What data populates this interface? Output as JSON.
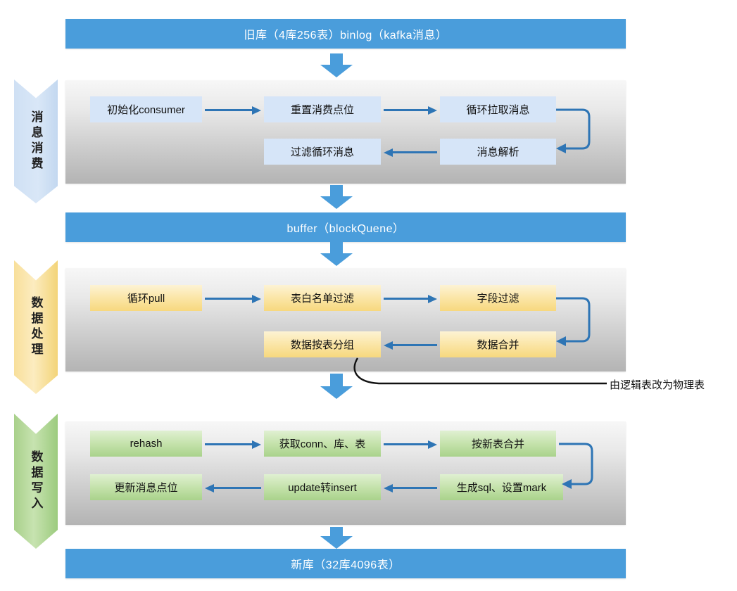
{
  "diagram": {
    "title_bars": {
      "source": "旧库（4库256表）binlog（kafka消息）",
      "buffer": "buffer（blockQuene）",
      "target": "新库（32库4096表）"
    },
    "stages": [
      {
        "key": "message-consume",
        "label": "消息消费",
        "color": "#d9e7f7",
        "nodes": [
          {
            "id": "init-consumer",
            "label": "初始化consumer"
          },
          {
            "id": "reset-offset",
            "label": "重置消费点位"
          },
          {
            "id": "loop-pull-msg",
            "label": "循环拉取消息"
          },
          {
            "id": "parse-msg",
            "label": "消息解析"
          },
          {
            "id": "filter-loop-msg",
            "label": "过滤循环消息"
          }
        ]
      },
      {
        "key": "data-process",
        "label": "数据处理",
        "color": "#f7d87e",
        "nodes": [
          {
            "id": "loop-pull",
            "label": "循环pull"
          },
          {
            "id": "table-whitelist",
            "label": "表白名单过滤"
          },
          {
            "id": "field-filter",
            "label": "字段过滤"
          },
          {
            "id": "data-merge",
            "label": "数据合并"
          },
          {
            "id": "group-by-table",
            "label": "数据按表分组"
          }
        ]
      },
      {
        "key": "data-write",
        "label": "数据写入",
        "color": "#a9d28b",
        "nodes": [
          {
            "id": "rehash",
            "label": "rehash"
          },
          {
            "id": "get-conn-db-tbl",
            "label": "获取conn、库、表"
          },
          {
            "id": "merge-new-table",
            "label": "按新表合并"
          },
          {
            "id": "gen-sql-set-mark",
            "label": "生成sql、设置mark"
          },
          {
            "id": "update-to-insert",
            "label": "update转insert"
          },
          {
            "id": "update-offset",
            "label": "更新消息点位"
          }
        ]
      }
    ],
    "annotations": [
      {
        "id": "logical-to-physical",
        "label": "由逻辑表改为物理表"
      }
    ],
    "colors": {
      "bar_blue": "#4a9ddb",
      "arrow_blue": "#2e75b5",
      "node_blue": "#d6e5f8",
      "node_yellow": "#f7d87e",
      "node_green": "#a9d28b",
      "panel_gray": "#cfcfcf",
      "annotation_line": "#000000"
    }
  }
}
